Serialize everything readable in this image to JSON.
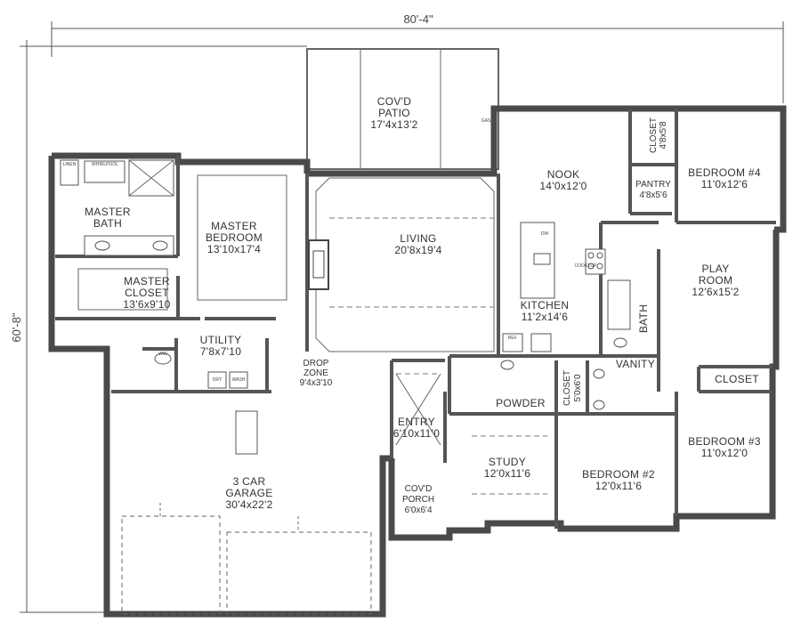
{
  "dimensions": {
    "width": "80'-4\"",
    "depth": "60'-8\""
  },
  "rooms": {
    "patio": {
      "name": "COV'D PATIO",
      "line1": "COV'D",
      "line2": "PATIO",
      "size": "17'4x13'2"
    },
    "master_bath": {
      "line1": "MASTER",
      "line2": "BATH"
    },
    "master_bedroom": {
      "line1": "MASTER",
      "line2": "BEDROOM",
      "size": "13'10x17'4"
    },
    "master_closet": {
      "line1": "MASTER",
      "line2": "CLOSET",
      "size": "13'6x9'10"
    },
    "living": {
      "name": "LIVING",
      "size": "20'8x19'4"
    },
    "nook": {
      "name": "NOOK",
      "size": "14'0x12'0"
    },
    "kitchen": {
      "name": "KITCHEN",
      "size": "11'2x14'6"
    },
    "closet_top": {
      "name": "CLOSET",
      "size": "4'8x5'8"
    },
    "pantry": {
      "name": "PANTRY",
      "size": "4'8x5'6"
    },
    "bedroom4": {
      "name": "BEDROOM #4",
      "size": "11'0x12'6"
    },
    "play_room": {
      "line1": "PLAY",
      "line2": "ROOM",
      "size": "12'6x15'2"
    },
    "bath": {
      "name": "BATH"
    },
    "vanity": {
      "name": "VANITY"
    },
    "utility": {
      "name": "UTILITY",
      "size": "7'8x7'10"
    },
    "drop_zone": {
      "line1": "DROP",
      "line2": "ZONE",
      "size": "9'4x3'10"
    },
    "powder": {
      "name": "POWDER"
    },
    "closet_mid": {
      "name": "CLOSET",
      "size": "5'0x6'0"
    },
    "closet_right": {
      "name": "CLOSET"
    },
    "entry": {
      "name": "ENTRY",
      "size": "6'10x11'0"
    },
    "study": {
      "name": "STUDY",
      "size": "12'0x11'6"
    },
    "bedroom2": {
      "name": "BEDROOM #2",
      "size": "12'0x11'6"
    },
    "bedroom3": {
      "name": "BEDROOM #3",
      "size": "11'0x12'0"
    },
    "porch": {
      "line1": "COV'D",
      "line2": "PORCH",
      "size": "6'0x6'4"
    },
    "garage": {
      "line1": "3 CAR",
      "line2": "GARAGE",
      "size": "30'4x22'2"
    }
  },
  "fixtures": {
    "linen": "LINEN",
    "whirlpool": "WHIRLPOOL",
    "gas": "GAS",
    "ref": "REF.",
    "dw": "DW",
    "cooktop": "COOKTOP",
    "ww": "WW",
    "dry": "DRY",
    "wash": "WASH"
  }
}
